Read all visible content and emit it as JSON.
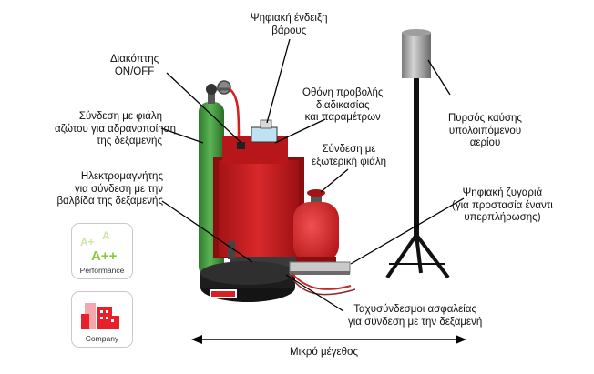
{
  "labels": {
    "digital_pressure": [
      "Ψηφιακή ένδειξη",
      "βάρους"
    ],
    "switch": [
      "Διακόπτης",
      "ON/OFF"
    ],
    "screen": [
      "Οθόνη προβολής",
      "διαδικασίας",
      "και παραμέτρων"
    ],
    "nitrogen": [
      "Σύνδεση με φιάλη",
      "αζώτου για αδρανοποίηση",
      "της δεξαμενής"
    ],
    "external_bottle": [
      "Σύνδεση με",
      "εξωτερική φιάλη"
    ],
    "electromagnet": [
      "Ηλεκτρομαγνήτης",
      "για σύνδεση με την",
      "βαλβίδα της δεξαμενής"
    ],
    "burner": [
      "Πυρσός καύσης",
      "υπολοιπόμενου",
      "αερίου"
    ],
    "scale": [
      "Ψηφιακή ζυγαριά",
      "(για προστασία έναντι",
      "υπερπλήρωσης)"
    ],
    "couplings": [
      "Ταχυσύνδεσμοι ασφαλείας",
      "για σύνδεση με την δεξαμενή"
    ],
    "size": "Μικρό μέγεθος"
  },
  "badges": {
    "performance": {
      "caption": "Performance",
      "grades": [
        "A+",
        "A",
        "A++"
      ]
    },
    "company": {
      "caption": "Company"
    }
  },
  "colors": {
    "machine_red": "#c8191c",
    "cylinder_green": "#3f9a3a",
    "grade_green": "#8dc63f",
    "company_red": "#e8202a"
  }
}
